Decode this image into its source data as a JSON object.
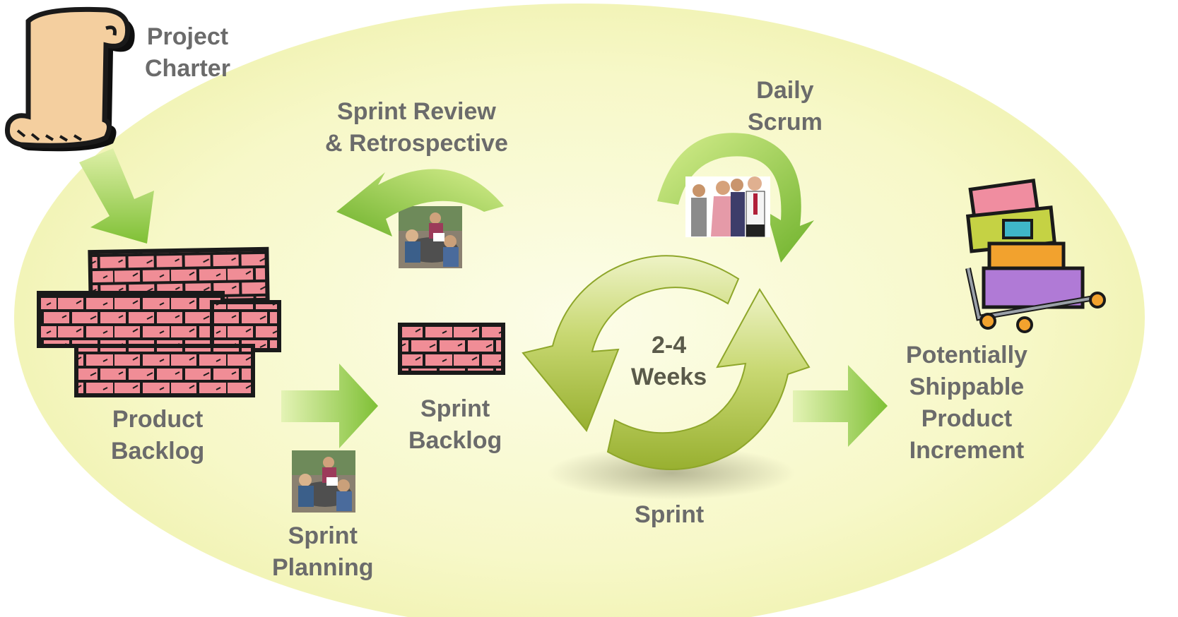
{
  "labels": {
    "project_charter": [
      "Project",
      "Charter"
    ],
    "sprint_review": [
      "Sprint Review",
      "& Retrospective"
    ],
    "daily_scrum": [
      "Daily",
      "Scrum"
    ],
    "product_backlog": [
      "Product",
      "Backlog"
    ],
    "sprint_backlog": [
      "Sprint",
      "Backlog"
    ],
    "sprint_duration": [
      "2-4",
      "Weeks"
    ],
    "potentially_shippable": [
      "Potentially",
      "Shippable",
      "Product",
      "Increment"
    ],
    "sprint_planning": [
      "Sprint",
      "Planning"
    ],
    "sprint": "Sprint"
  },
  "colors": {
    "background_ellipse": "#f7f8c4",
    "arrow_green": "#8cc63f",
    "arrow_green_light": "#d3ec9a",
    "brick": "#f08d96",
    "brick_outline": "#1a1a1a",
    "label_gray": "#6b6b6b",
    "cycle_green": "#a8bf3c"
  },
  "icons": [
    "scroll-icon",
    "brick-wall-icon",
    "meeting-photo-icon",
    "team-people-icon",
    "shipping-boxes-cart-icon",
    "cycle-arrows-icon"
  ]
}
